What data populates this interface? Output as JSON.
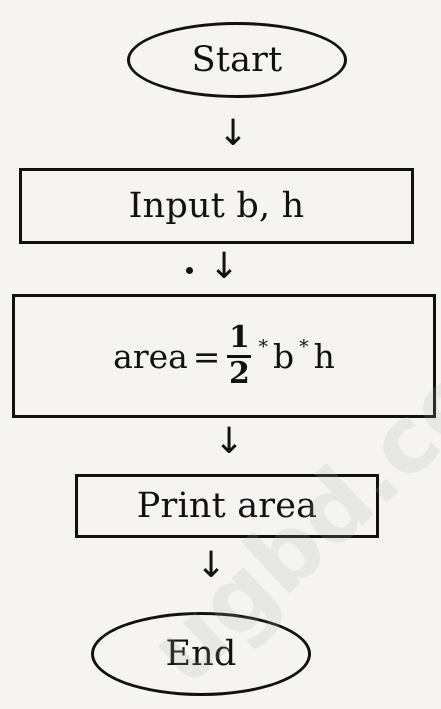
{
  "flowchart": {
    "start_label": "Start",
    "input_label": "Input b, h",
    "process": {
      "lhs": "area",
      "equals": "=",
      "fraction_num": "1",
      "fraction_den": "2",
      "op_1": "*",
      "var_b": "b",
      "op_2": "*",
      "var_h": "h"
    },
    "output_label": "Print area",
    "end_label": "End"
  },
  "arrows": {
    "down": "↓"
  },
  "watermark": {
    "text": "ugbd.co"
  }
}
